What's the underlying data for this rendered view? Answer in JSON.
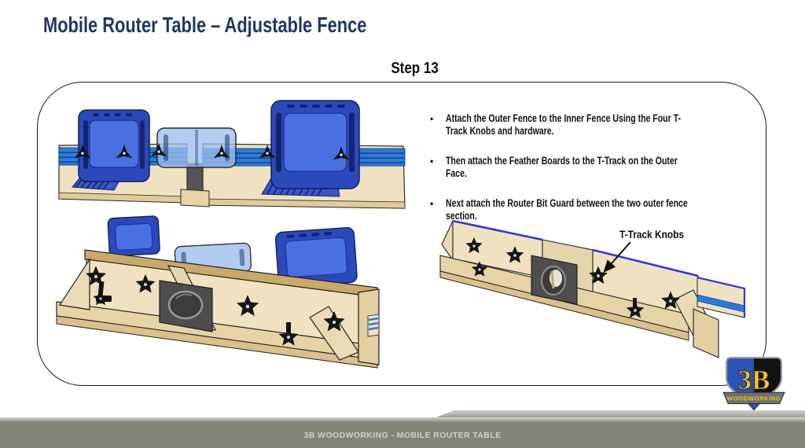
{
  "slide": {
    "title": "Mobile Router Table – Adjustable Fence",
    "step_label": "Step 13"
  },
  "instructions": {
    "bullet_char": "•",
    "bullets": [
      "Attach the Outer Fence to the Inner Fence Using the Four T-Track Knobs and hardware.",
      "Then attach the Feather Boards to the T-Track on the Outer Face.",
      "Next attach the Router Bit Guard between the two outer fence section."
    ]
  },
  "annotation": {
    "label": "T-Track Knobs"
  },
  "illustrations": {
    "front_view": "fence front view with feather boards, router bit guard and t-track",
    "back_view": "fence rear angled view with star knobs and dust port",
    "annotated_view": "outer fence rear view with t-track knobs annotated"
  },
  "logo": {
    "monogram": "3B",
    "banner": "WOODWORKING"
  },
  "footer": {
    "text": "3B WOODWORKING - MOBILE ROUTER TABLE"
  },
  "colors": {
    "title_navy": "#1F3864",
    "track_blue": "#2E7BD6",
    "feather_blue": "#2C49BC",
    "wood_light": "#F0E2C0",
    "footer_olive": "#84847B",
    "logo_yellow": "#F5C51A"
  }
}
